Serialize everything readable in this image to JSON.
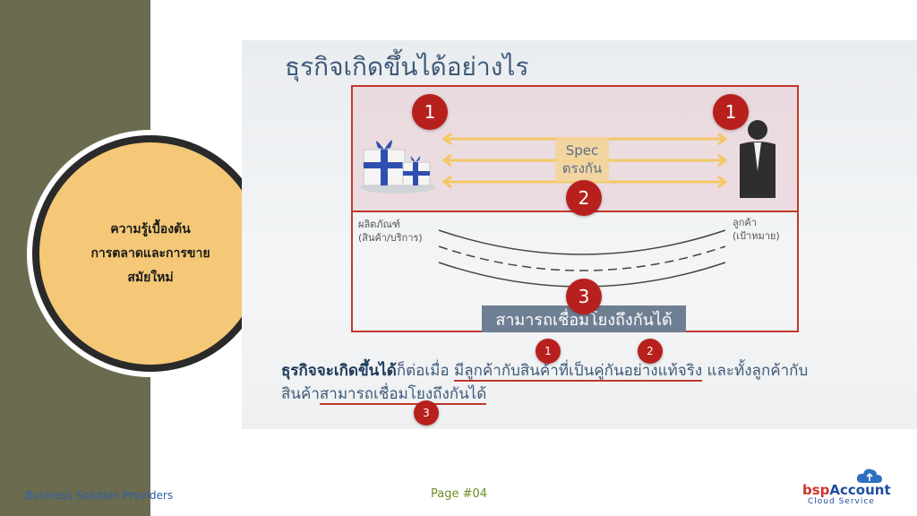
{
  "sidebar": {
    "circle_lines": [
      "ความรู้เบื้องต้น",
      "การตลาดและการขาย",
      "สมัยใหม่"
    ]
  },
  "slide": {
    "title": "ธุรกิจเกิดขึ้นได้อย่างไร",
    "badges": {
      "left": "1",
      "right": "1",
      "middle": "2",
      "bottom": "3"
    },
    "spec_lines": [
      "Spec",
      "ตรงกัน"
    ],
    "product_label": [
      "ผลิตภัณฑ์",
      "(สินค้า/บริการ)"
    ],
    "customer_label": [
      "ลูกค้า",
      "(เป้าหมาย)"
    ],
    "connect_bar": "สามารถเชื่อมโยงถึงกันได้",
    "paragraph": {
      "bold": "ธุรกิจจะเกิดขึ้นได้",
      "part1": "ก็ต่อเมื่อ ",
      "underline1": "มีลูกค้ากับสินค้าที่เป็นคู่กันอย่างแท้จริง",
      "part2": " และทั้งลูกค้ากับ",
      "part3": "สินค้า",
      "underline2": "สามารถเชื่อมโยงถึงกันได้",
      "marks": [
        "1",
        "2",
        "3"
      ]
    }
  },
  "footer": {
    "company": "Business Solution Providers",
    "page": "Page #04",
    "logo_prefix": "bsp",
    "logo_name": "Account",
    "logo_sub": "Cloud Service"
  },
  "colors": {
    "sidebar": "#6b6b4f",
    "circle": "#f4c877",
    "accent_red": "#c0392b",
    "arrow": "#f3c766",
    "title_blue": "#3f5a78"
  },
  "icons": [
    "gift-boxes-icon",
    "customer-person-icon",
    "cloud-upload-icon"
  ]
}
